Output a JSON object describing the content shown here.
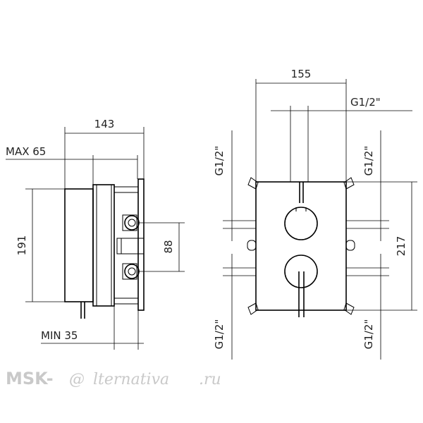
{
  "side_view": {
    "width_label": "143",
    "max_depth_label": "MAX 65",
    "height_label": "191",
    "spacing_label": "88",
    "min_depth_label": "MIN 35"
  },
  "front_view": {
    "width_label": "155",
    "top_pipe_label": "G1/2\"",
    "left_upper_label": "G1/2\"",
    "right_upper_label": "G1/2\"",
    "height_label": "217",
    "left_lower_label": "G1/2\"",
    "right_lower_label": "G1/2\""
  },
  "watermark": {
    "prefix": "MSK-",
    "at_sign": "@",
    "suffix": "lternativa",
    "domain": ".ru"
  }
}
